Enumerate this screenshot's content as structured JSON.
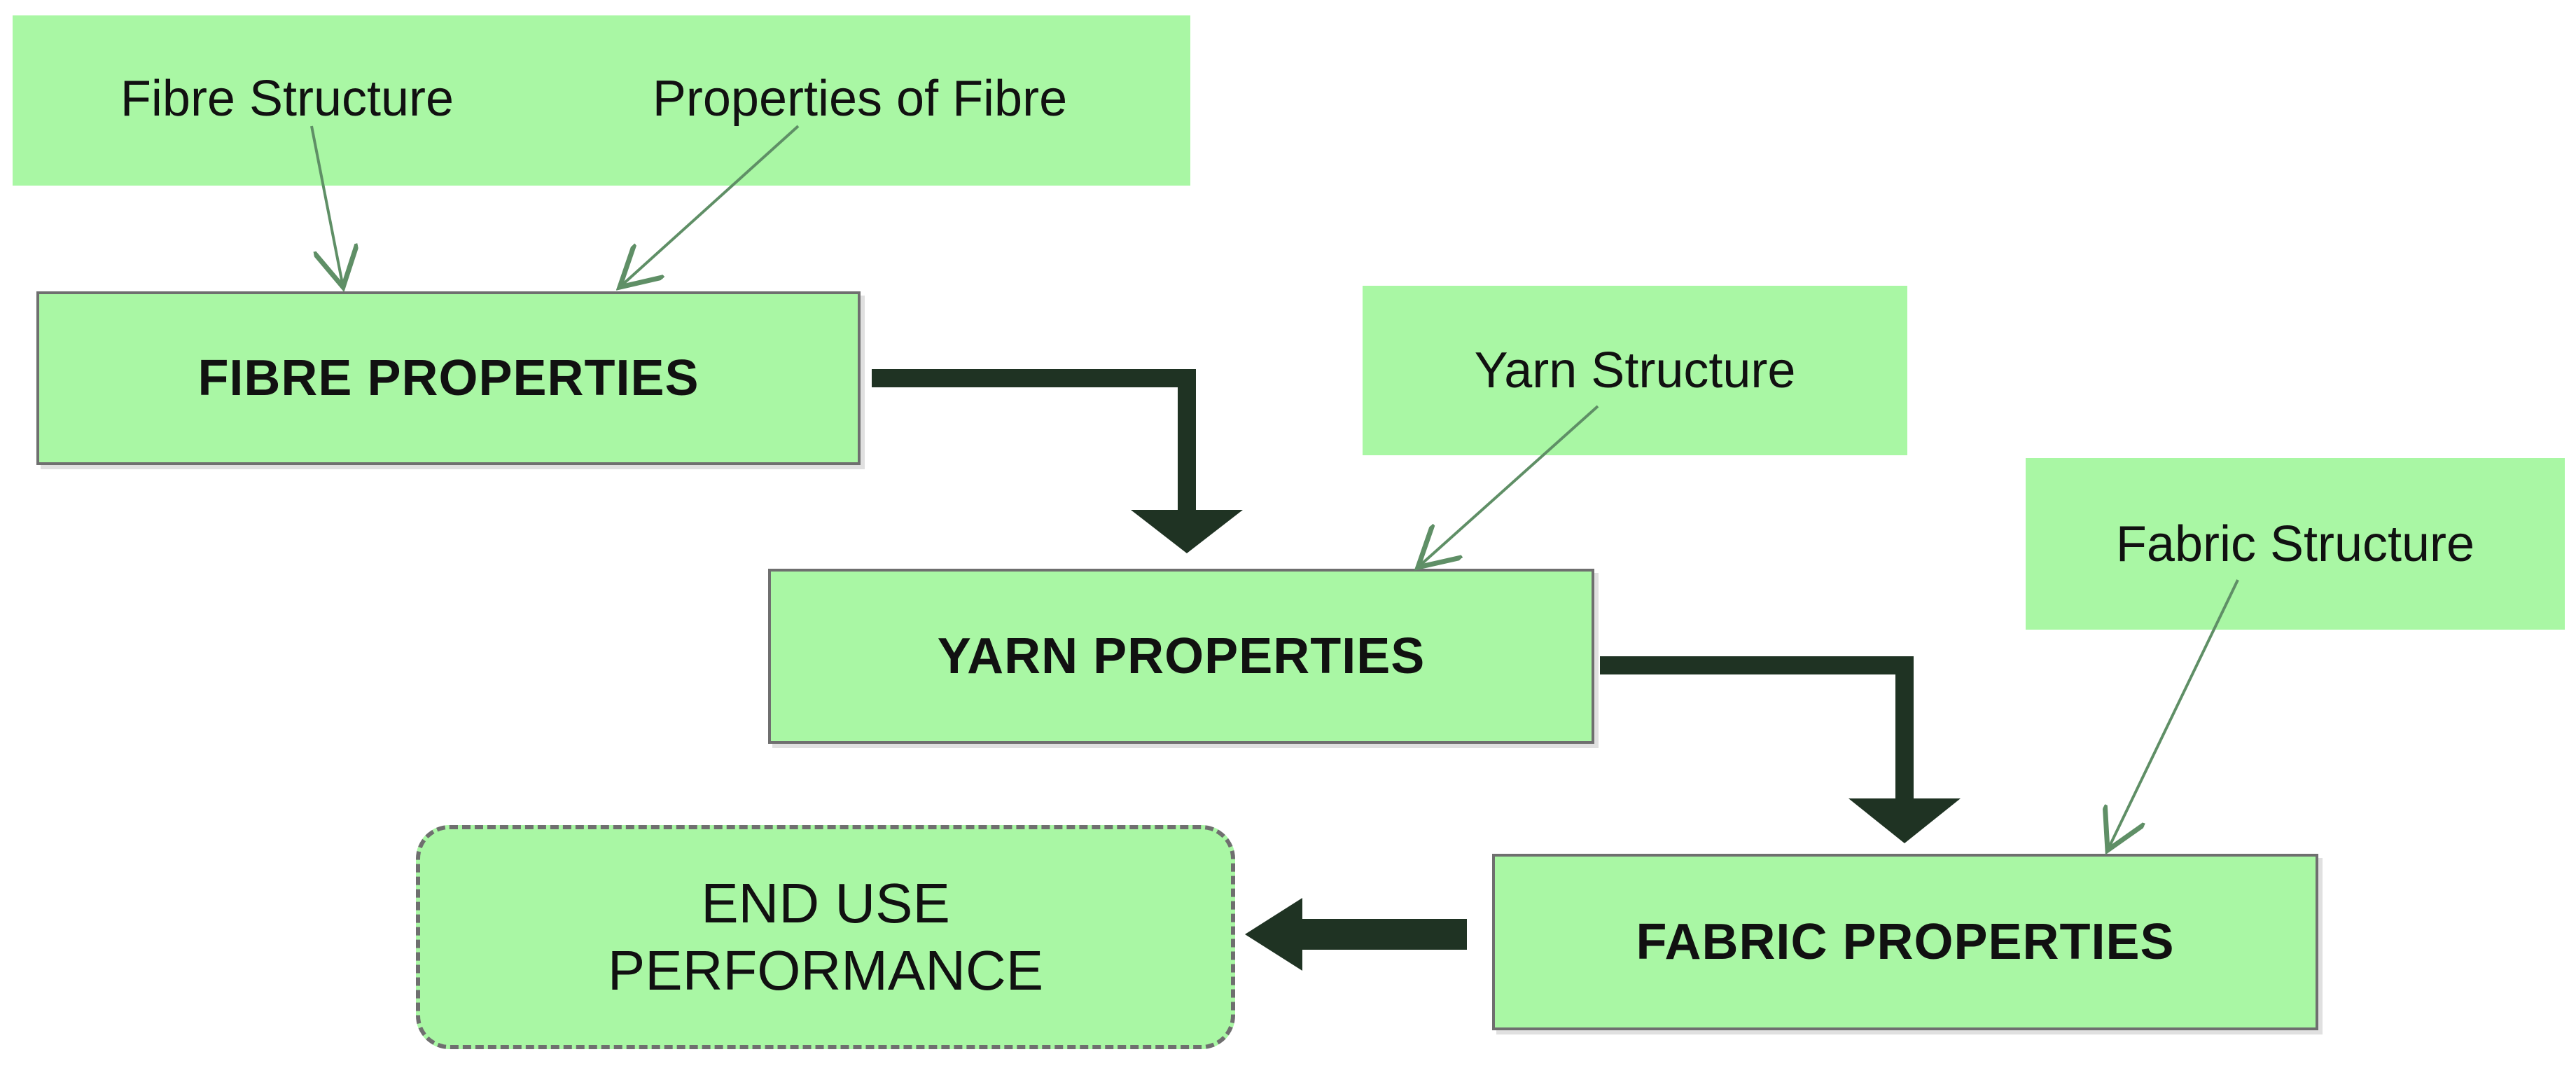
{
  "diagram": {
    "top_inputs": {
      "fibre_structure": "Fibre Structure",
      "properties_of_fibre": "Properties of Fibre"
    },
    "yarn_structure": "Yarn Structure",
    "fabric_structure": "Fabric Structure",
    "fibre_properties": "FIBRE PROPERTIES",
    "yarn_properties": "YARN PROPERTIES",
    "fabric_properties": "FABRIC PROPERTIES",
    "end_use": {
      "line1": "END USE",
      "line2": "PERFORMANCE"
    }
  },
  "colors": {
    "box_fill": "#a9f7a4",
    "box_border": "#6f6f6f",
    "thin_arrow": "#5f8f66",
    "thick_arrow": "#1f3323"
  }
}
